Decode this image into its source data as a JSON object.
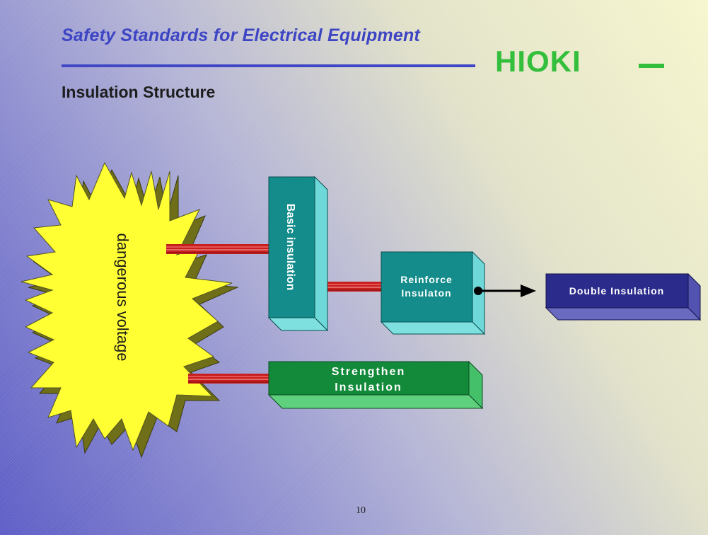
{
  "slide": {
    "title": "Safety Standards for Electrical Equipment",
    "logo": "HIOKI",
    "section_heading": "Insulation Structure",
    "page_number": "10"
  },
  "diagram": {
    "source_label": "dangerous voltage",
    "nodes": {
      "basic": "Basic insulation",
      "reinforce_line1": "Reinforce",
      "reinforce_line2": "Insulaton",
      "double": "Double Insulation",
      "strengthen_line1": "Strengthen",
      "strengthen_line2": "Insulation"
    },
    "colors": {
      "starburst": "#ffff33",
      "basic_box": "#148c8c",
      "reinforce_box": "#148c8c",
      "double_box": "#2b2b8c",
      "strengthen_box": "#128a3a",
      "connector": "#c81e1e"
    }
  }
}
